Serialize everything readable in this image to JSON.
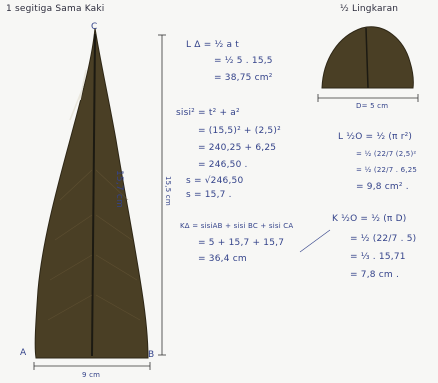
{
  "page": {
    "title_triangle": "1  segitiga  Sama Kaki",
    "title_semicircle": "½  Lingkaran",
    "label_C": "C",
    "label_A": "A",
    "label_B": "B",
    "base_label": "9 cm",
    "side_label": "15,7 cm",
    "height_label": "15,5 cm",
    "diameter_label": "D= 5 cm"
  },
  "area_triangle": [
    "L Δ  =  ½  a t",
    "= ½  5 . 15,5",
    "= 38,75  cm²"
  ],
  "pythagoras": [
    "sisi² = t² + a²",
    "= (15,5)² + (2,5)²",
    "= 240,25 + 6,25",
    "= 246,50 .",
    "s = √246,50",
    "s = 15,7 ."
  ],
  "area_semicircle": [
    "L ½Ο = ½ (π r²)",
    "= ½ (22/7 (2,5)²",
    "= ½ (22/7 . 6,25",
    "= 9,8 cm² ."
  ],
  "perimeter_triangle": [
    "KΔ  =  sisiAB + sisi BC + sisi CA",
    "= 5  +  15,7  +  15,7",
    "= 36,4  cm"
  ],
  "perimeter_semicircle": [
    "K ½Ο  =  ½ (π D)",
    "= ½ (22/7 . 5)",
    "= ⅓ . 15,71",
    "= 7,8  cm ."
  ],
  "colors": {
    "ink": "#34438a",
    "leaf_dark": "#3e3520",
    "leaf_light": "#6b5a3a",
    "paper": "#f7f7f5"
  }
}
